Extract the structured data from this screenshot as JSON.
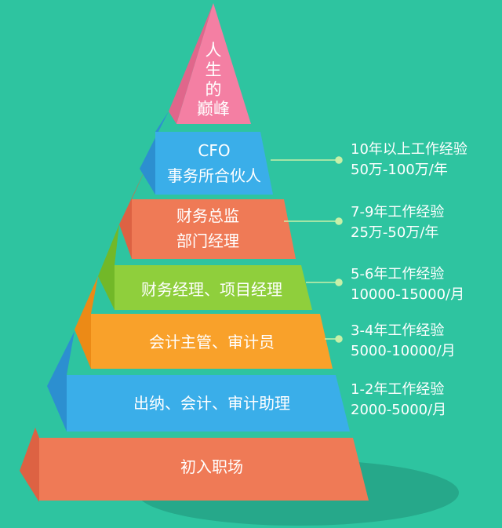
{
  "pyramid": {
    "peak": {
      "chars": [
        "人",
        "生",
        "的",
        "巅峰"
      ],
      "color": "#f47fa3"
    },
    "tiers": [
      {
        "lines": [
          "CFO",
          "事务所合伙人"
        ],
        "color": "#3aaee9",
        "side": "#2c8fd0"
      },
      {
        "lines": [
          "财务总监",
          "部门经理"
        ],
        "color": "#ef7a56",
        "side": "#dd6243"
      },
      {
        "lines": [
          "财务经理、项目经理"
        ],
        "color": "#8fcf3c",
        "side": "#72b828"
      },
      {
        "lines": [
          "会计主管、审计员"
        ],
        "color": "#f9a12a",
        "side": "#ec8a16"
      },
      {
        "lines": [
          "出纳、会计、审计助理"
        ],
        "color": "#3aaee9",
        "side": "#2c8fd0"
      },
      {
        "lines": [
          "初入职场"
        ],
        "color": "#ef7a56",
        "side": "#dd6243"
      }
    ]
  },
  "annotations": [
    {
      "experience": "10年以上工作经验",
      "salary": "50万-100万/年"
    },
    {
      "experience": "7-9年工作经验",
      "salary": "25万-50万/年"
    },
    {
      "experience": "5-6年工作经验",
      "salary": "10000-15000/月"
    },
    {
      "experience": "3-4年工作经验",
      "salary": "5000-10000/月"
    },
    {
      "experience": "1-2年工作经验",
      "salary": "2000-5000/月"
    }
  ],
  "colors": {
    "background": "#2ec4a0",
    "shadow": "#26a88a",
    "connector": "#c8f0a8"
  }
}
